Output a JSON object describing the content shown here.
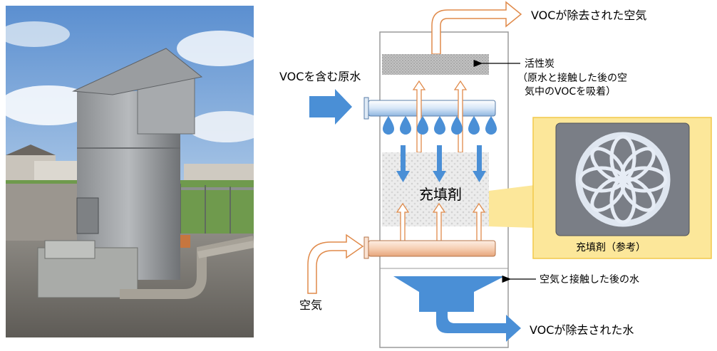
{
  "labels": {
    "clean_air": "VOCが除去された空気",
    "activated_carbon_title": "活性炭",
    "activated_carbon_note_line1": "（原水と接触した後の空",
    "activated_carbon_note_line2": "気中のVOCを吸着）",
    "raw_water_in": "VOCを含む原水",
    "packing": "充填剤",
    "packing_ref": "充填剤（参考）",
    "air_in": "空気",
    "water_after_contact": "空気と接触した後の水",
    "clean_water": "VOCが除去された水"
  },
  "colors": {
    "water_blue": "#4a8fd6",
    "air_orange": "#e08a4a",
    "callout_yellow": "#fce79a",
    "callout_border": "#f2c84b",
    "tower_border": "#9a9a9a",
    "carbon_gray": "#bcbcbc"
  }
}
